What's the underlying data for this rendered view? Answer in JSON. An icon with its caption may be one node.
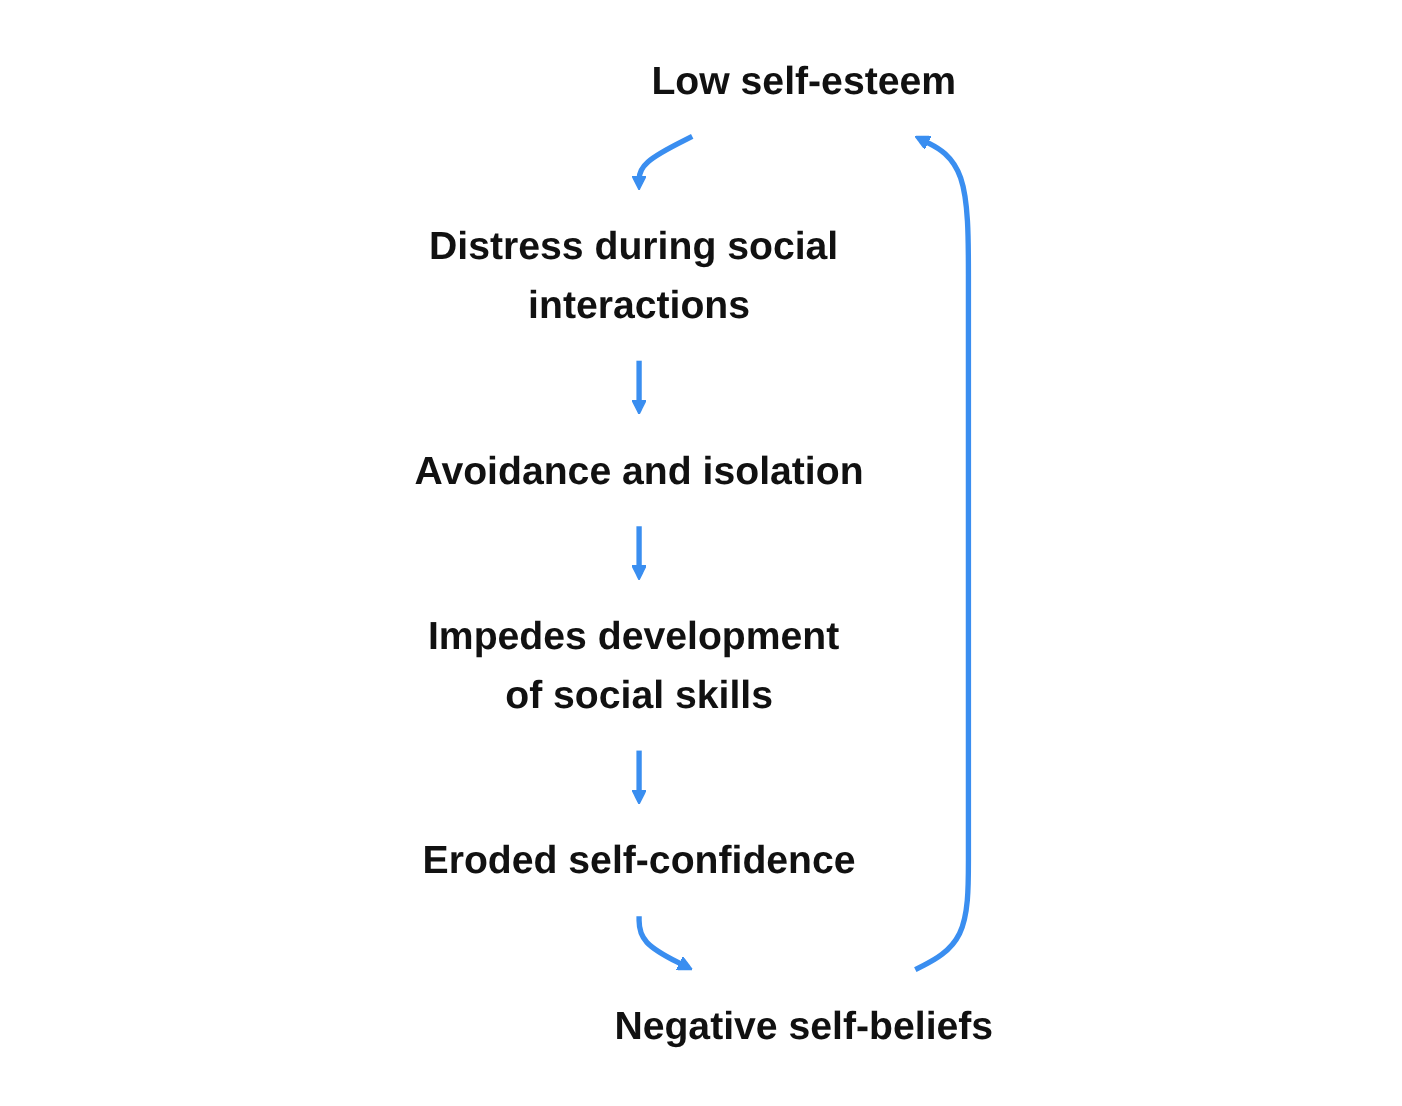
{
  "diagram": {
    "nodes": [
      {
        "text": [
          "Low self-esteem"
        ]
      },
      {
        "text": [
          "Distress during social interactions"
        ]
      },
      {
        "text": [
          "Avoidance and isolation"
        ]
      },
      {
        "text": [
          "Impedes development of social skills"
        ]
      },
      {
        "text": [
          "Eroded self-confidence"
        ]
      },
      {
        "text": [
          "Negative self-beliefs"
        ]
      }
    ],
    "edges": [
      {
        "from": 0,
        "to": 1,
        "arrow": "to"
      },
      {
        "from": 1,
        "to": 2,
        "arrow": "to"
      },
      {
        "from": 2,
        "to": 3,
        "arrow": "to"
      },
      {
        "from": 3,
        "to": 4,
        "arrow": "to"
      },
      {
        "from": 4,
        "to": 5,
        "arrow": "to"
      },
      {
        "from": 5,
        "to": 0,
        "arrow": "to"
      }
    ]
  }
}
